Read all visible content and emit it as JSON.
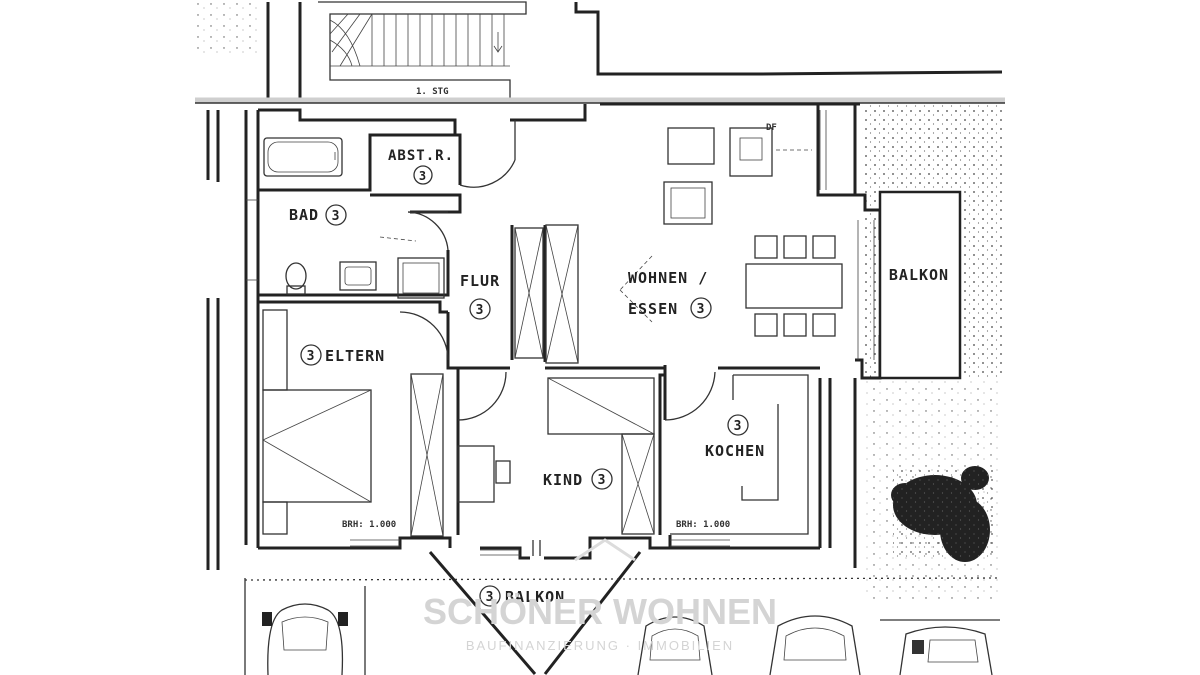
{
  "plan": {
    "stair_label": "1. STG",
    "chimney_label": "DF",
    "rooms": {
      "abst": {
        "name": "ABST.R.",
        "num": "3"
      },
      "bad": {
        "name": "BAD",
        "num": "3"
      },
      "flur": {
        "name": "FLUR",
        "num": "3"
      },
      "wohnen": {
        "name1": "WOHNEN /",
        "name2": "ESSEN",
        "num": "3"
      },
      "balkon_right": {
        "name": "BALKON"
      },
      "eltern": {
        "name": "ELTERN",
        "num": "3"
      },
      "kind": {
        "name": "KIND",
        "num": "3"
      },
      "kochen": {
        "name": "KOCHEN",
        "num": "3"
      },
      "balkon_bottom": {
        "name": "BALKON",
        "num": "3"
      }
    },
    "brh_left": "BRH: 1.000",
    "brh_right": "BRH: 1.000"
  },
  "watermark": {
    "title": "SCHÖNER WOHNEN",
    "subtitle": "BAUFINANZIERUNG · IMMOBILIEN"
  }
}
